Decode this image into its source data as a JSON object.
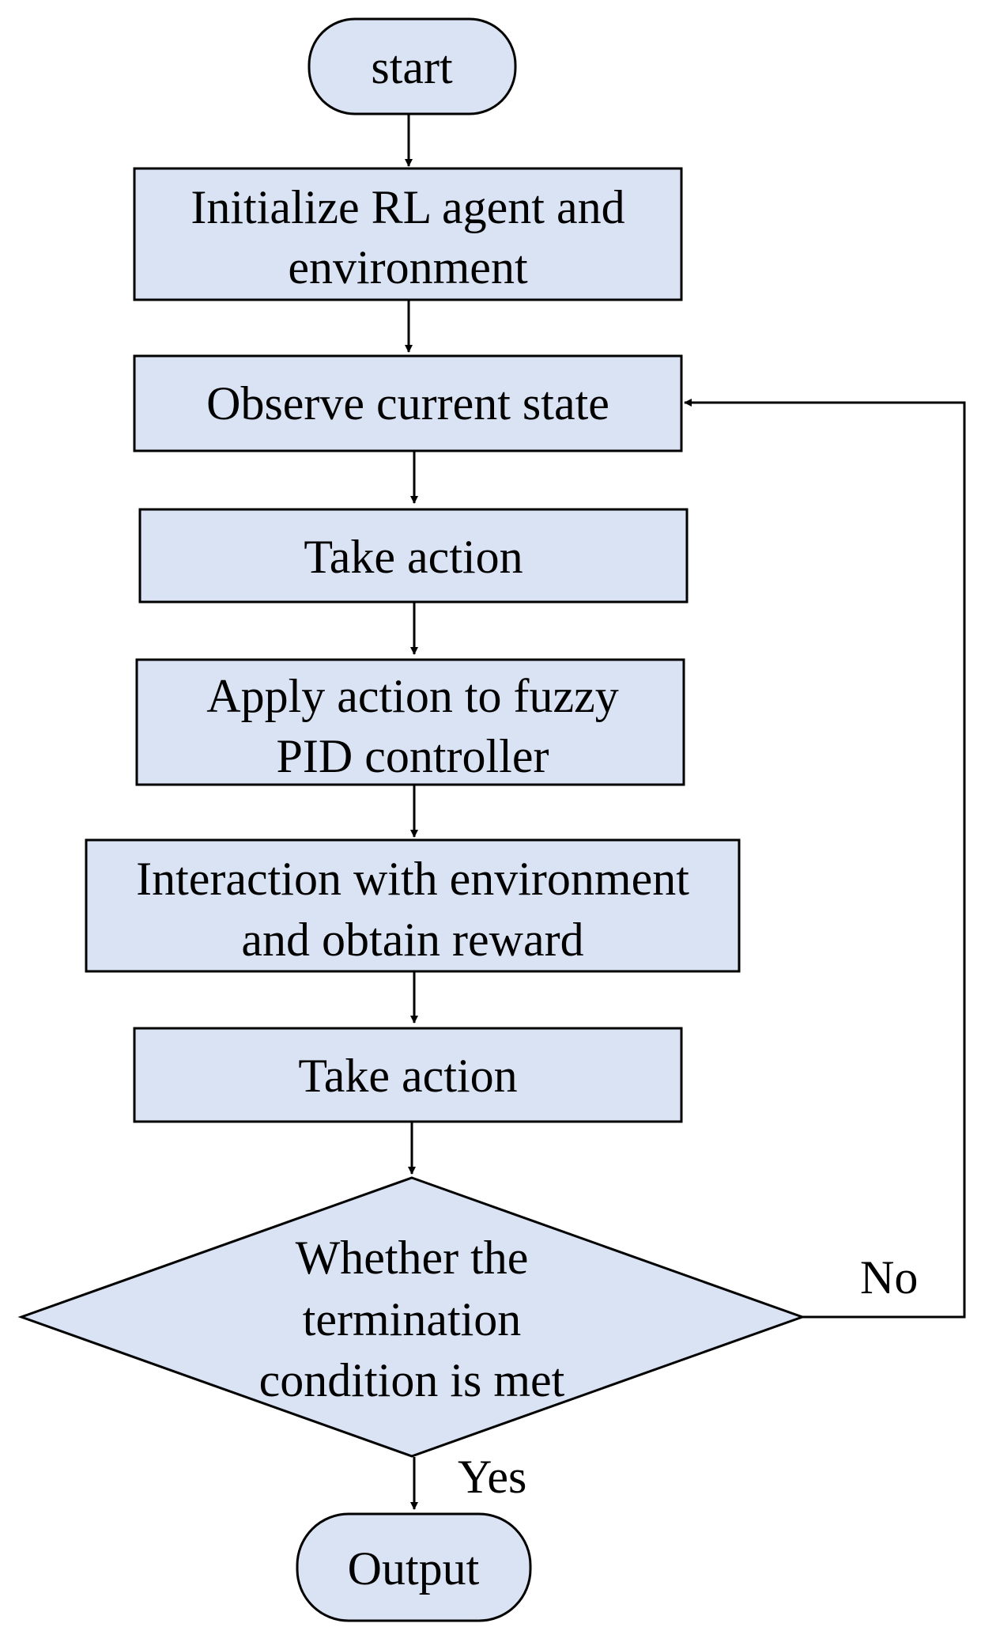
{
  "flowchart": {
    "nodes": [
      {
        "id": "start",
        "shape": "terminal",
        "lines": [
          "start"
        ]
      },
      {
        "id": "init",
        "shape": "process",
        "lines": [
          "Initialize RL agent and",
          "environment"
        ]
      },
      {
        "id": "observe",
        "shape": "process",
        "lines": [
          "Observe current state"
        ]
      },
      {
        "id": "take1",
        "shape": "process",
        "lines": [
          "Take action"
        ]
      },
      {
        "id": "apply",
        "shape": "process",
        "lines": [
          "Apply action to fuzzy",
          "PID controller"
        ]
      },
      {
        "id": "interact",
        "shape": "process",
        "lines": [
          "Interaction with environment",
          "and obtain reward"
        ]
      },
      {
        "id": "take2",
        "shape": "process",
        "lines": [
          "Take action"
        ]
      },
      {
        "id": "decision",
        "shape": "decision",
        "lines": [
          "Whether the",
          "termination",
          "condition is met"
        ]
      },
      {
        "id": "output",
        "shape": "terminal",
        "lines": [
          "Output"
        ]
      }
    ],
    "edges": [
      {
        "from": "start",
        "to": "init",
        "label": ""
      },
      {
        "from": "init",
        "to": "observe",
        "label": ""
      },
      {
        "from": "observe",
        "to": "take1",
        "label": ""
      },
      {
        "from": "take1",
        "to": "apply",
        "label": ""
      },
      {
        "from": "apply",
        "to": "interact",
        "label": ""
      },
      {
        "from": "interact",
        "to": "take2",
        "label": ""
      },
      {
        "from": "take2",
        "to": "decision",
        "label": ""
      },
      {
        "from": "decision",
        "to": "observe",
        "label": "No"
      },
      {
        "from": "decision",
        "to": "output",
        "label": "Yes"
      }
    ],
    "colors": {
      "fill": "#dae3f3",
      "stroke": "#000000",
      "text": "#000000"
    }
  }
}
